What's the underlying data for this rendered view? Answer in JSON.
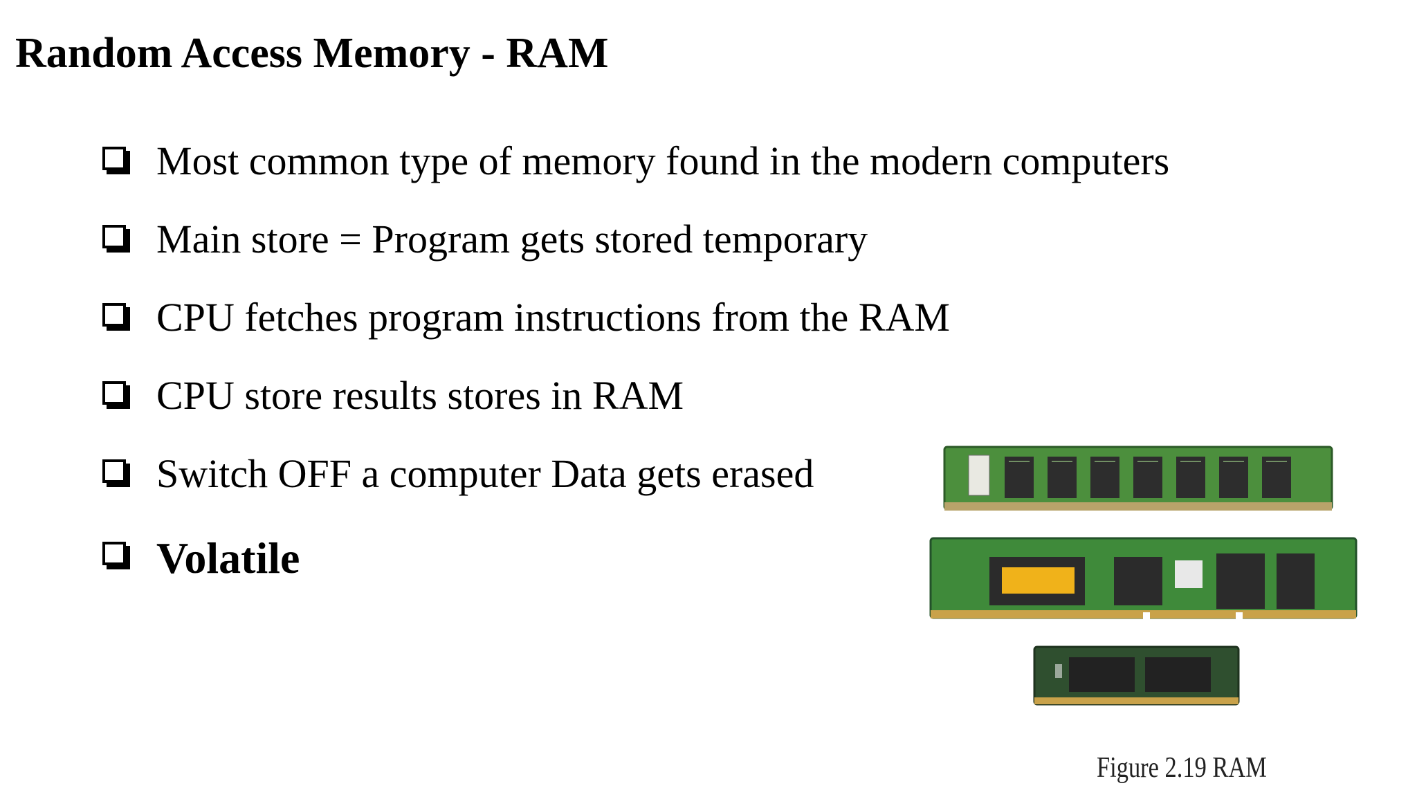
{
  "slide": {
    "title": "Random Access Memory - RAM",
    "bullets": [
      "Most common type of memory found in the modern computers",
      "Main store = Program gets stored temporary",
      "CPU fetches program instructions from the RAM",
      "CPU store results stores in RAM",
      "Switch OFF a computer Data gets erased",
      "Volatile"
    ],
    "figure": {
      "caption": "Figure 2.19  RAM",
      "colors": {
        "pcb": "#3f8a3a",
        "pcb_dark": "#1f4f22",
        "chip": "#2b2b2b",
        "contacts": "#c9a24a",
        "label_yellow": "#f0b21a"
      }
    }
  }
}
